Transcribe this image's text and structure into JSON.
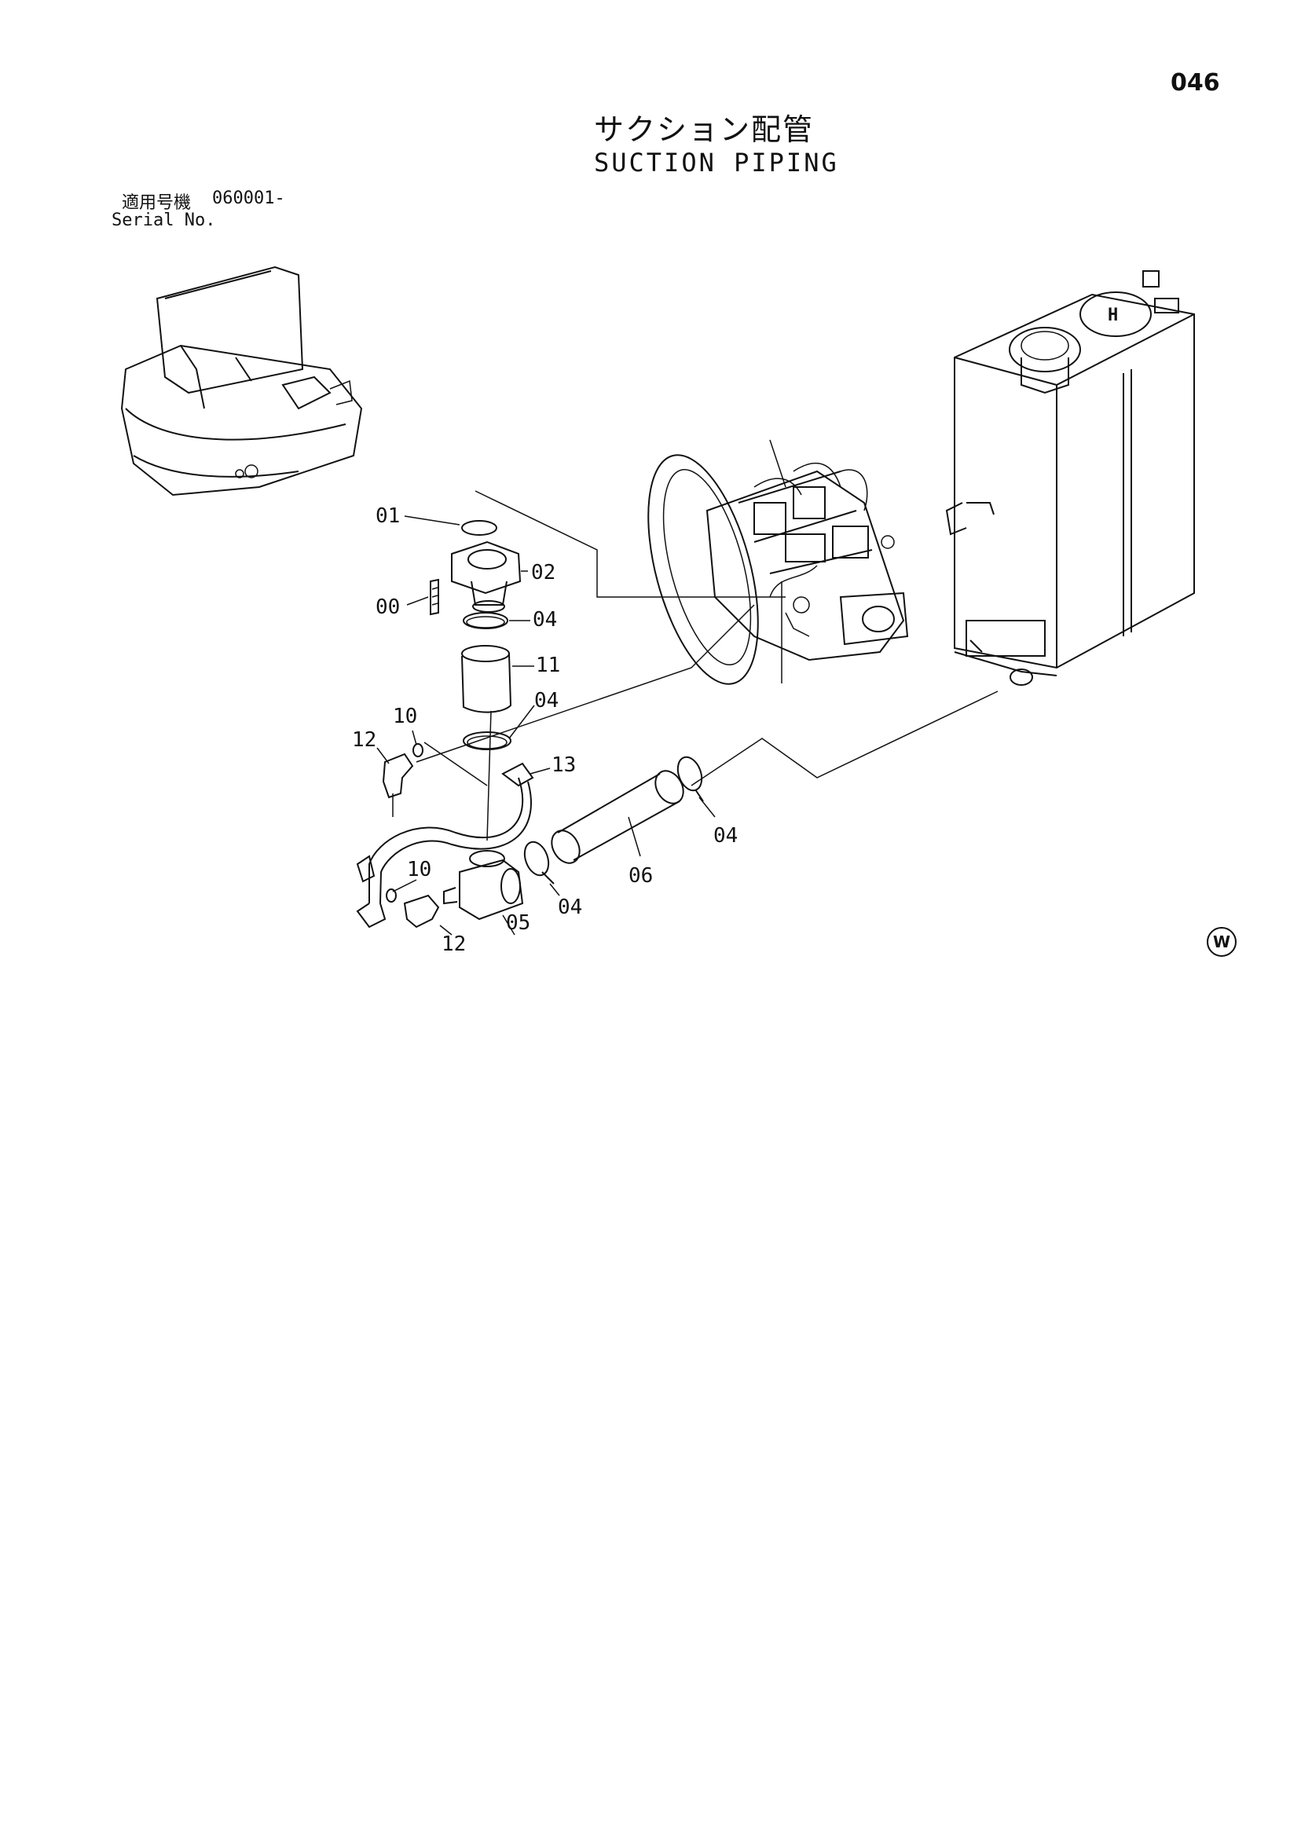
{
  "page_number": "046",
  "title_jp": "サクション配管",
  "title_en": "SUCTION PIPING",
  "serial": {
    "label_jp": "適用号機",
    "label_en": "Serial No.",
    "value": "060001-"
  },
  "callouts": {
    "c01": "01",
    "c02": "02",
    "c00": "00",
    "c04a": "04",
    "c11": "11",
    "c04b": "04",
    "c10a": "10",
    "c12a": "12",
    "c13": "13",
    "c10b": "10",
    "c12b": "12",
    "c05": "05",
    "c04c": "04",
    "c06": "06",
    "c04d": "04"
  },
  "corner_mark": "W"
}
